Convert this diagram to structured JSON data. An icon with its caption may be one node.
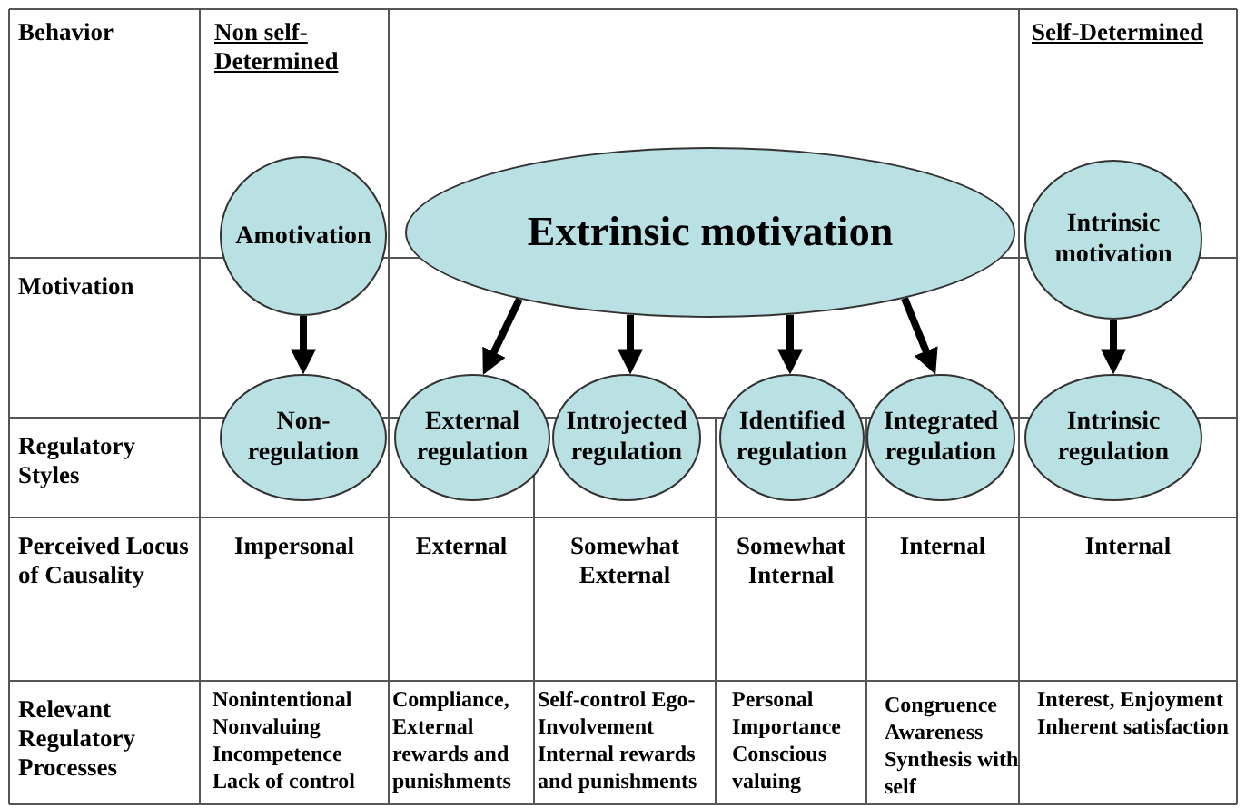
{
  "diagram": {
    "nodes": [
      {
        "text": [
          "Amotivation"
        ]
      },
      {
        "text": [
          "Extrinsic motivation"
        ]
      },
      {
        "text": [
          "Intrinsic motivation"
        ]
      },
      {
        "text": [
          "Non-regulation"
        ]
      },
      {
        "text": [
          "External regulation"
        ]
      },
      {
        "text": [
          "Introjected regulation"
        ]
      },
      {
        "text": [
          "Identified regulation"
        ]
      },
      {
        "text": [
          "Integrated regulation"
        ]
      },
      {
        "text": [
          "Intrinsic regulation"
        ]
      }
    ],
    "edges": [
      {
        "from": 0,
        "to": 3,
        "arrow": "to"
      },
      {
        "from": 1,
        "to": 4,
        "arrow": "to"
      },
      {
        "from": 1,
        "to": 5,
        "arrow": "to"
      },
      {
        "from": 1,
        "to": 6,
        "arrow": "to"
      },
      {
        "from": 1,
        "to": 7,
        "arrow": "to"
      },
      {
        "from": 2,
        "to": 8,
        "arrow": "to"
      }
    ],
    "labels": [
      "Behavior",
      "Non self-Determined",
      "Self-Determined",
      "Motivation",
      "Regulatory Styles",
      "Perceived Locus of Causality",
      "Impersonal",
      "External",
      "Somewhat External",
      "Somewhat Internal",
      "Internal",
      "Internal",
      "Relevant Regulatory Processes",
      "Nonintentional Nonvaluing Incompetence Lack of control",
      "Compliance, External rewards and punishments",
      "Self-control Ego-Involvement Internal rewards and punishments",
      "Personal Importance Conscious valuing",
      "Congruence Awareness Synthesis with self",
      "Interest, Enjoyment Inherent satisfaction"
    ]
  }
}
